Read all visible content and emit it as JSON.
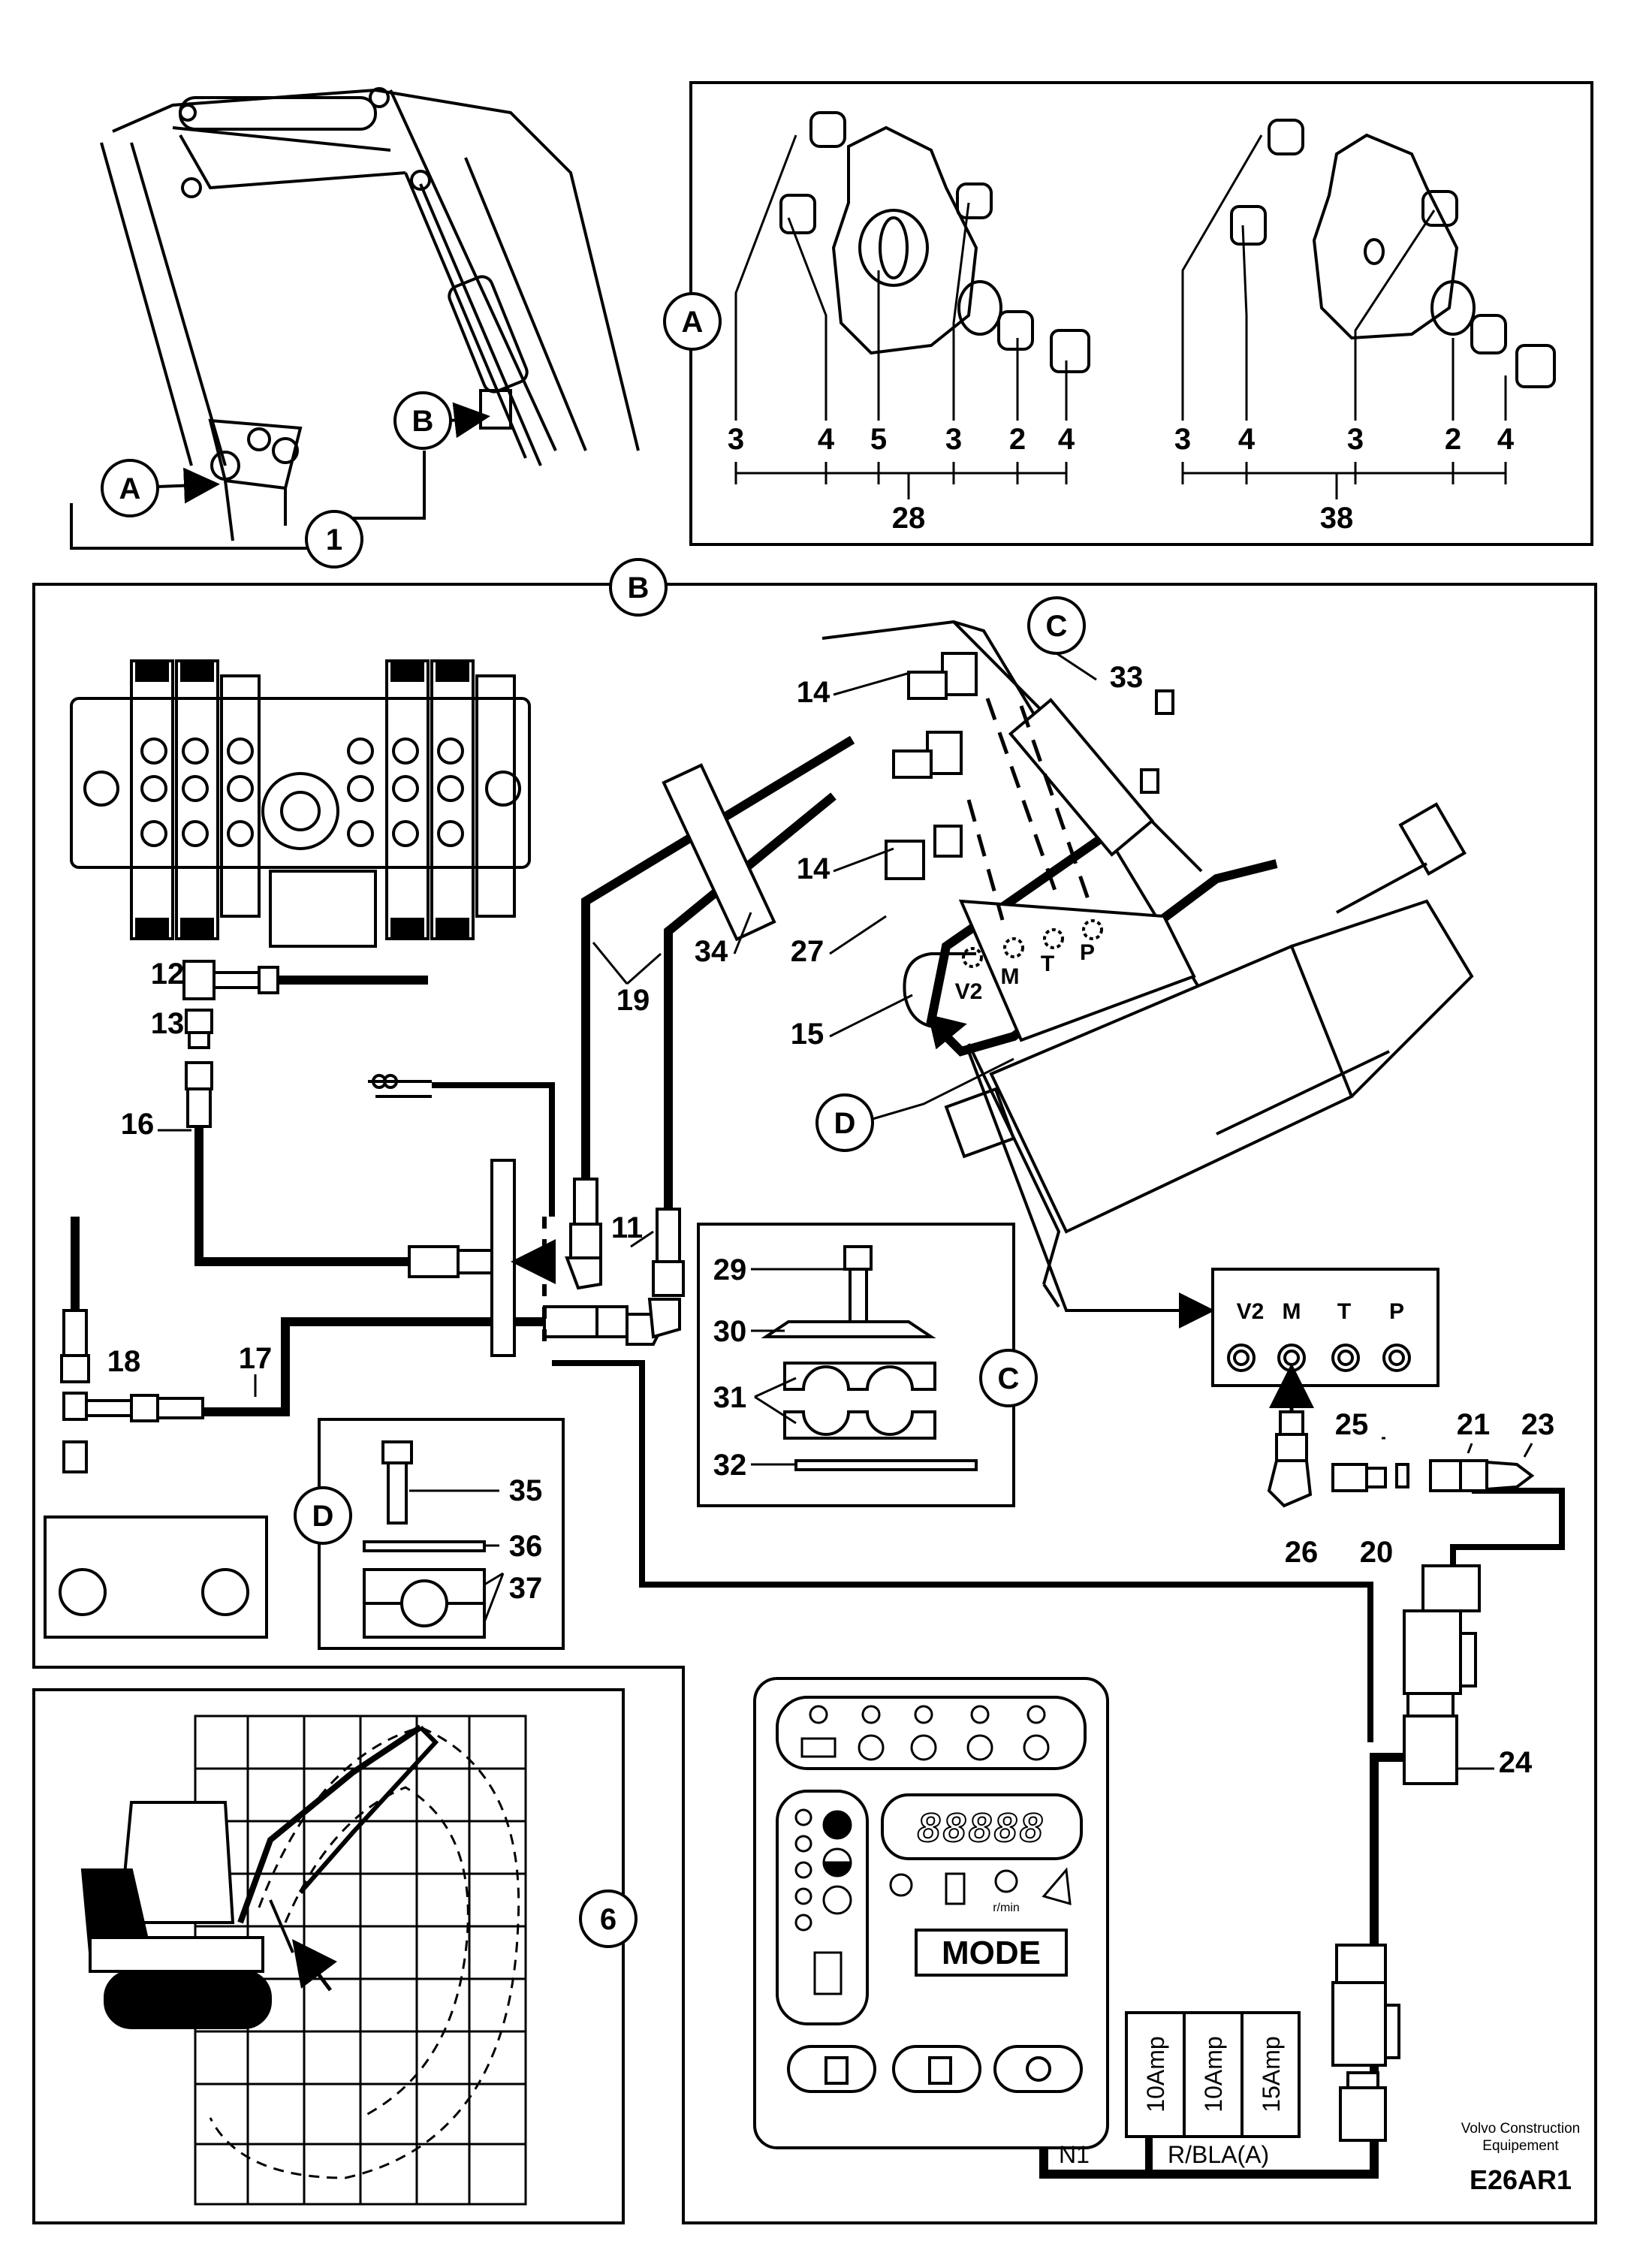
{
  "callouts": {
    "detail_a": "A",
    "detail_b": "B",
    "detail_c": "C",
    "detail_d": "D",
    "item_1": "1",
    "item_6": "6"
  },
  "detail_a_panel": {
    "left_set": [
      "3",
      "4",
      "5",
      "3",
      "2",
      "4"
    ],
    "left_kit": "28",
    "right_set": [
      "3",
      "4",
      "3",
      "2",
      "4"
    ],
    "right_kit": "38"
  },
  "detail_b_panel": {
    "items": {
      "i11": "11",
      "i12": "12",
      "i13": "13",
      "i14a": "14",
      "i14b": "14",
      "i15": "15",
      "i16": "16",
      "i17": "17",
      "i18": "18",
      "i19": "19",
      "i20": "20",
      "i21": "21",
      "i23": "23",
      "i24": "24",
      "i25": "25",
      "i26": "26",
      "i27": "27",
      "i33": "33",
      "i34": "34"
    },
    "ports_block": [
      "V2",
      "M",
      "T",
      "P"
    ],
    "port_panel": [
      "V2",
      "M",
      "T",
      "P"
    ]
  },
  "detail_c_panel": {
    "items": [
      "29",
      "30",
      "31",
      "32"
    ]
  },
  "detail_d_panel": {
    "items": [
      "35",
      "36",
      "37"
    ]
  },
  "instrument_panel": {
    "mode_button": "MODE",
    "display": "88888",
    "rpm_unit": "r/min",
    "fuse_labels": [
      "10Amp",
      "10Amp",
      "15Amp"
    ],
    "wire_n1": "N1",
    "wire_rbla": "R/BLA(A)"
  },
  "footer": {
    "brand_line1": "Volvo Construction",
    "brand_line2": "Equipement",
    "code": "E26AR1"
  }
}
